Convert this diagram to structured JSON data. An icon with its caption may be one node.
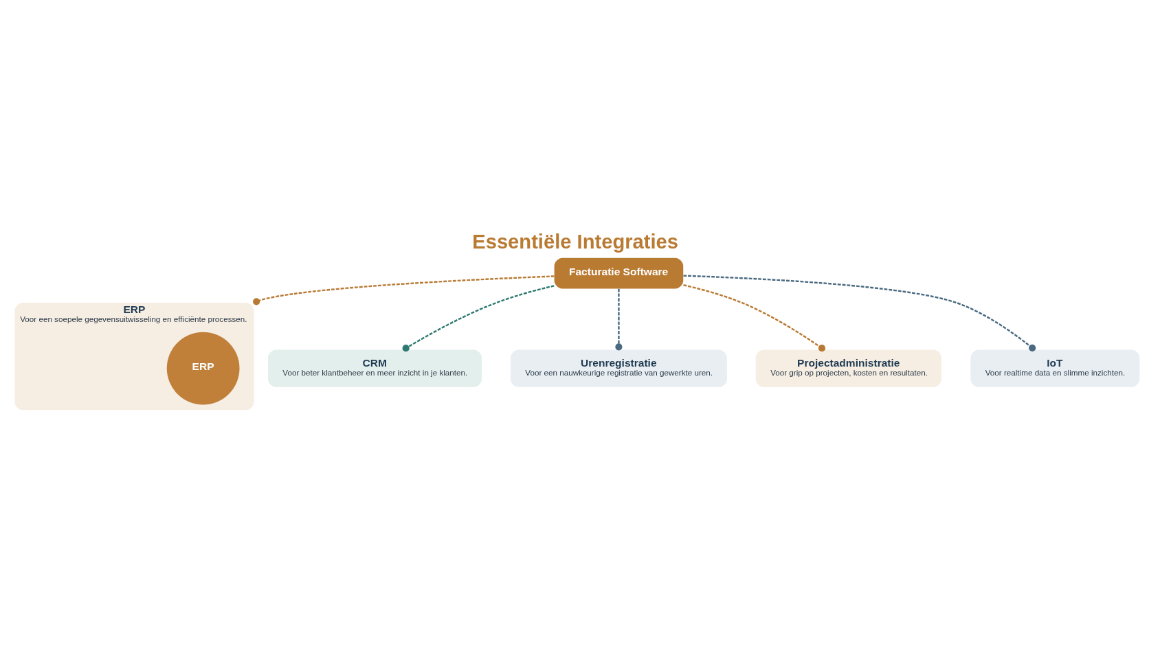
{
  "diagram": {
    "title": "Essentiële Integraties",
    "nodes": [
      {
        "text": [
          "ERP",
          "Voor een soepele gegevensuitwisseling en efficiënte processen."
        ]
      },
      {
        "text": [
          "ERP"
        ],
        "in": 0
      },
      {
        "text": [
          "CRM",
          "Voor beter klantbeheer en meer inzicht in je klanten."
        ]
      },
      {
        "text": [
          "Urenregistratie",
          "Voor een nauwkeurige registratie van gewerkte uren."
        ]
      },
      {
        "text": [
          "Facturatie Software"
        ]
      },
      {
        "text": [
          "Projectadministratie",
          "Voor grip op projecten, kosten en resultaten."
        ]
      },
      {
        "text": [
          "IoT",
          "Voor realtime data en slimme inzichten."
        ]
      }
    ],
    "edges": [
      {
        "from": 4,
        "to": 0,
        "arrow": "other",
        "style": "dashed",
        "color": "#b87a33"
      },
      {
        "from": 4,
        "to": 2,
        "arrow": "other",
        "style": "dashed",
        "color": "#2e7a70"
      },
      {
        "from": 4,
        "to": 3,
        "arrow": "other",
        "style": "dashed",
        "color": "#4a6a80"
      },
      {
        "from": 4,
        "to": 5,
        "arrow": "other",
        "style": "dashed",
        "color": "#b87a33"
      },
      {
        "from": 4,
        "to": 6,
        "arrow": "other",
        "style": "dashed",
        "color": "#4a6a80"
      }
    ]
  }
}
